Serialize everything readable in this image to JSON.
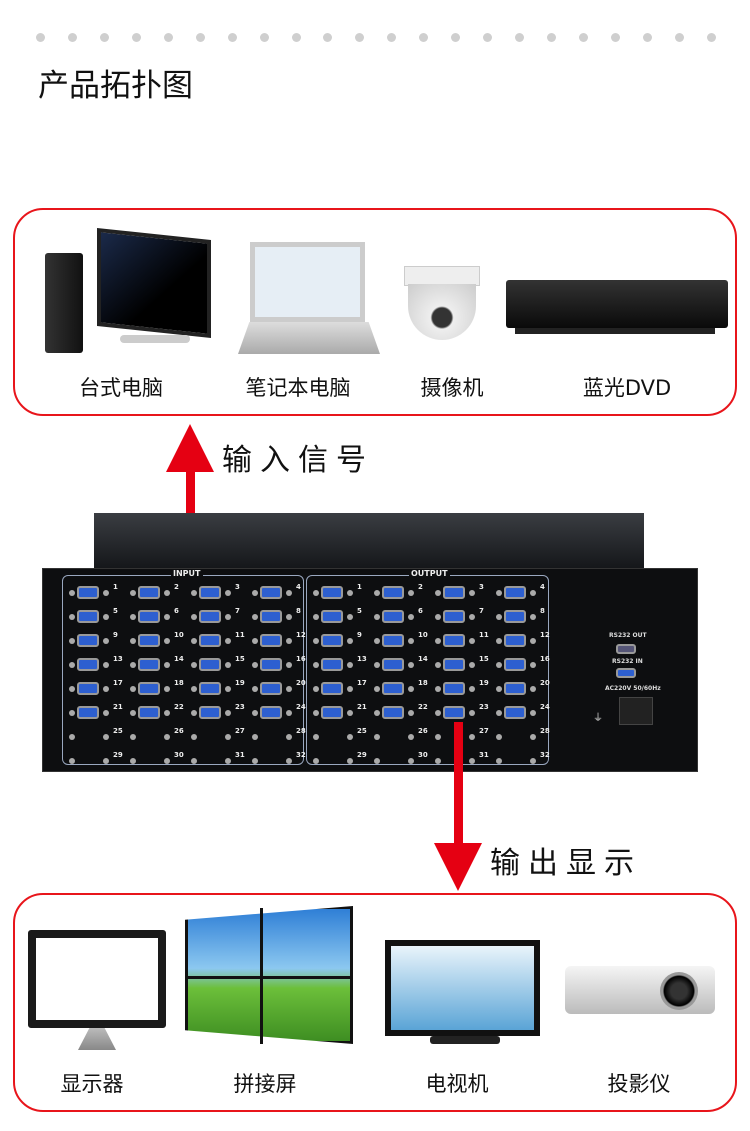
{
  "title": "产品拓扑图",
  "inputs": [
    {
      "label": "台式电脑",
      "icon": "desktop-pc-icon"
    },
    {
      "label": "笔记本电脑",
      "icon": "laptop-icon"
    },
    {
      "label": "摄像机",
      "icon": "camera-icon"
    },
    {
      "label": "蓝光DVD",
      "icon": "dvd-player-icon"
    }
  ],
  "outputs": [
    {
      "label": "显示器",
      "icon": "monitor-icon"
    },
    {
      "label": "拼接屏",
      "icon": "video-wall-icon"
    },
    {
      "label": "电视机",
      "icon": "tv-icon"
    },
    {
      "label": "投影仪",
      "icon": "projector-icon"
    }
  ],
  "input_arrow": "输入信号",
  "output_arrow": "输出显示",
  "device": {
    "input_label": "INPUT",
    "output_label": "OUTPUT",
    "rs232_out": "RS232 OUT",
    "rs232_in": "RS232 IN",
    "power": "AC220V 50/60Hz",
    "ports": [
      "1",
      "2",
      "3",
      "4",
      "5",
      "6",
      "7",
      "8",
      "9",
      "10",
      "11",
      "12",
      "13",
      "14",
      "15",
      "16",
      "17",
      "18",
      "19",
      "20",
      "21",
      "22",
      "23",
      "24",
      "25",
      "26",
      "27",
      "28",
      "29",
      "30",
      "31",
      "32"
    ]
  },
  "colors": {
    "accent": "#e50012"
  }
}
